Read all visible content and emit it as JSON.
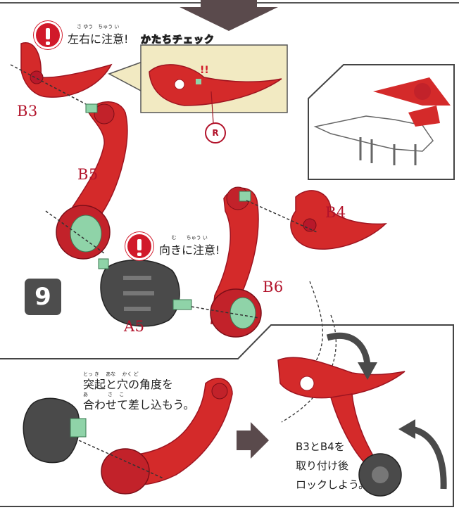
{
  "warnings": {
    "left_right": {
      "furigana": "さ ゆう　ちゅう い",
      "text": "左右に注意!"
    },
    "direction": {
      "furigana": "む　　ちゅう い",
      "text": "向きに注意!"
    }
  },
  "shape_check": {
    "title": "かたちチェック",
    "marker": "R"
  },
  "parts": {
    "b3": "B3",
    "b5": "B5",
    "b4": "B4",
    "b6": "B6",
    "a5": "A5"
  },
  "step_number": "9",
  "insert_note": {
    "furigana1": "とっ き　 あな　 かく ど",
    "line1": "突起と穴の角度を",
    "furigana2": "あ　　　　さ　 こ",
    "line2": "合わせて差し込もう。"
  },
  "lock_note": {
    "line1": "B3とB4を",
    "line2": "取り付け後",
    "line3": "ロックしよう。"
  },
  "colors": {
    "red": "#d42a2a",
    "dark_red": "#9e1420",
    "gray": "#4a4a4a",
    "green": "#8fd3a8",
    "panel": "#f2eac2"
  }
}
